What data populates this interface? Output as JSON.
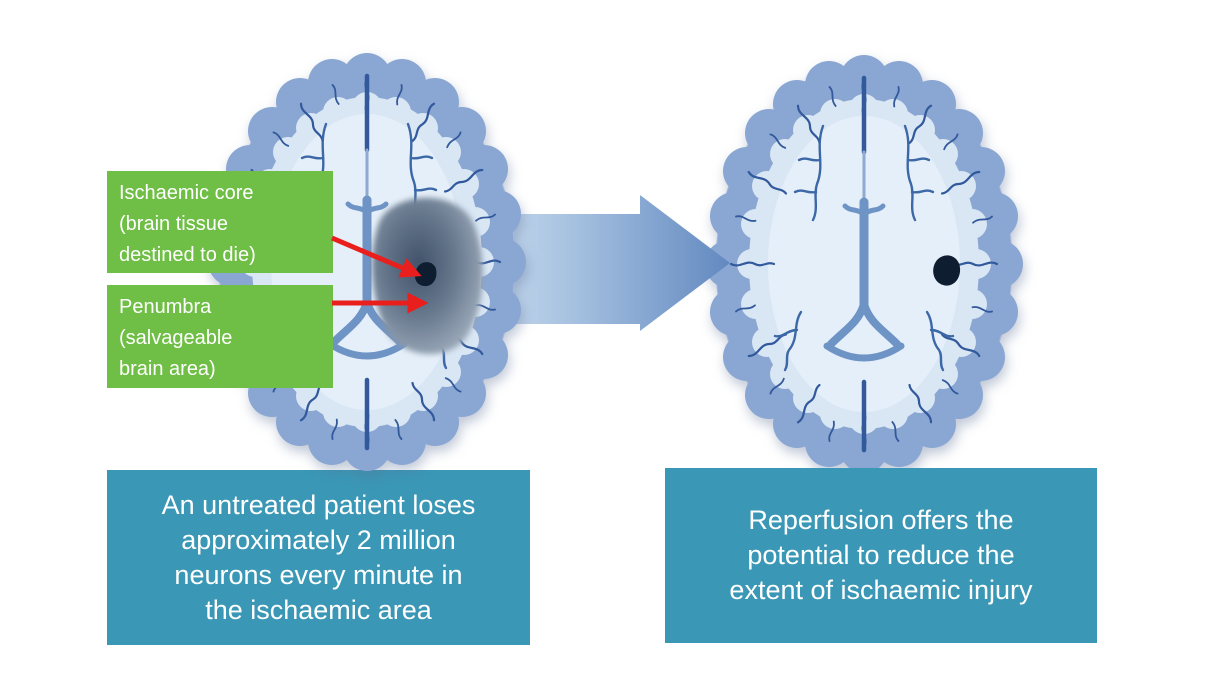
{
  "colors": {
    "label_green": "#6fbe45",
    "caption_teal": "#3a97b5",
    "pointer_red": "#e81f1c",
    "arrow_blue_light": "#cfe0f1",
    "arrow_blue_mid": "#a6c1e0",
    "arrow_blue_dark": "#6289c0",
    "penumbra_dark": "#41526a",
    "penumbra_mid": "#68798e",
    "penumbra_edge": "#9aa8b8",
    "core_black": "#0f1d31",
    "text_white": "#ffffff"
  },
  "labels": {
    "ischaemic_core": {
      "text": "Ischaemic core (brain tissue destined to die)",
      "lines": [
        "Ischaemic core",
        "(brain tissue",
        "destined to die)"
      ]
    },
    "penumbra": {
      "text": "Penumbra (salvageable brain area)",
      "lines": [
        "Penumbra",
        "(salvageable",
        "brain area)"
      ]
    }
  },
  "captions": {
    "left": {
      "text": "An untreated patient loses approximately 2 million neurons every minute in the ischaemic area",
      "lines": [
        "An untreated patient loses",
        "approximately 2 million",
        "neurons every minute in",
        "the ischaemic area"
      ]
    },
    "right": {
      "text": "Reperfusion offers the potential to reduce the extent of ischaemic injury",
      "lines": [
        "Reperfusion offers the",
        "potential to reduce the",
        "extent of ischaemic injury"
      ]
    }
  },
  "figures": {
    "left_brain": "brain-axial-slice-with-penumbra-and-core",
    "right_brain": "brain-axial-slice-with-residual-core",
    "reperfusion_arrow": "large-right-arrow",
    "pointer_core": "red-arrow-to-ischaemic-core",
    "pointer_penumbra": "red-arrow-to-penumbra"
  }
}
